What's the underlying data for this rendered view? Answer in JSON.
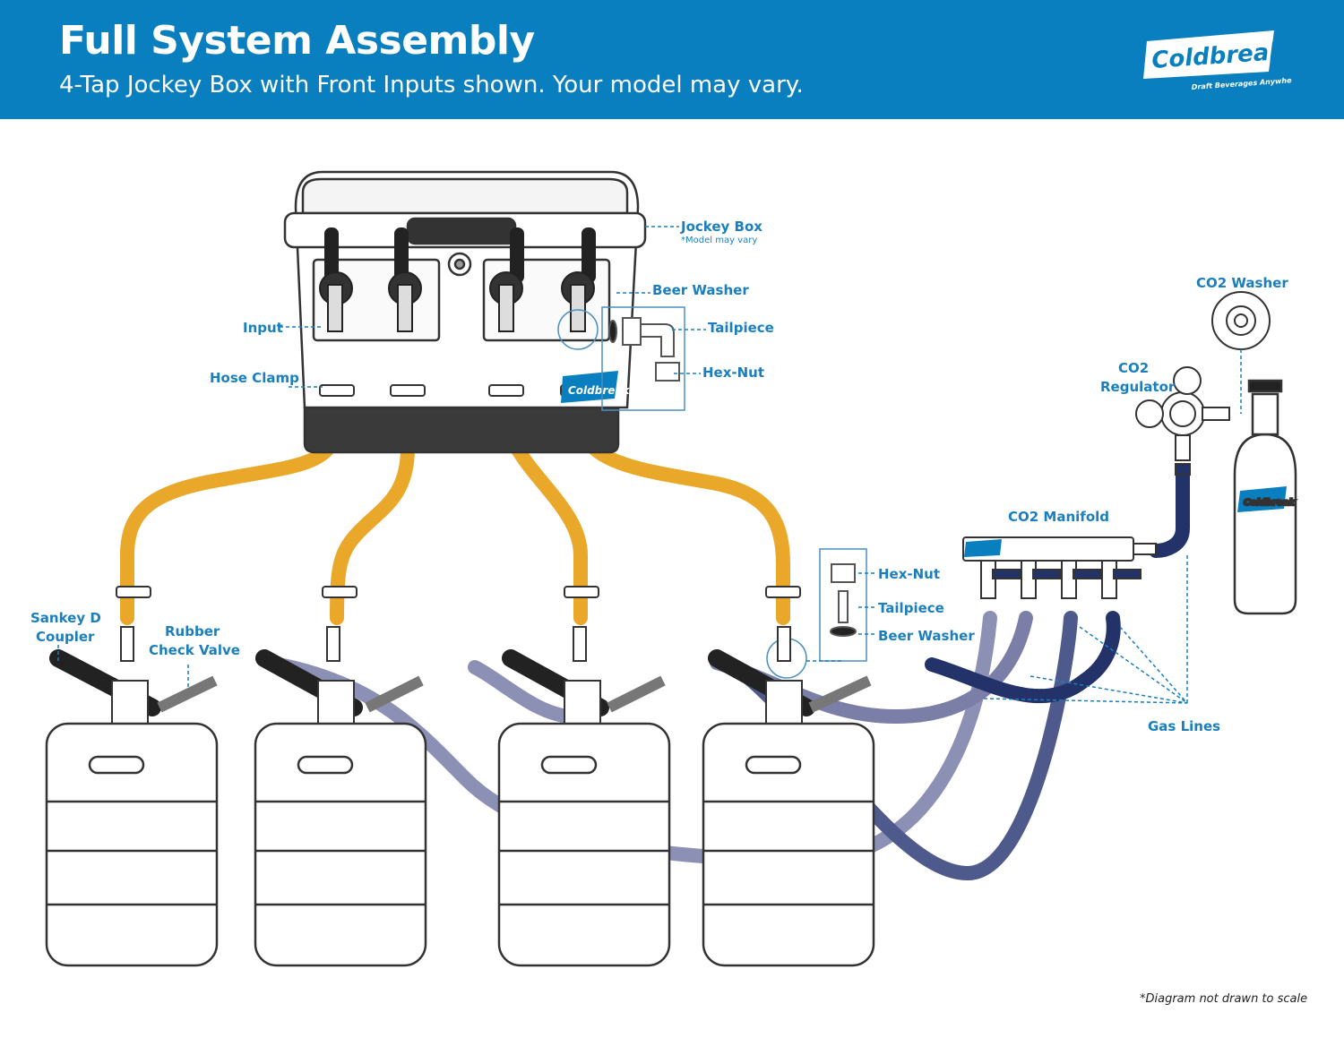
{
  "header": {
    "title": "Full System Assembly",
    "subtitle": "4-Tap Jockey Box with Front Inputs shown. Your model may vary.",
    "brand_color": "#0a7fbf",
    "logo": {
      "word1": "Cold",
      "word2": "break",
      "tagline": "Draft Beverages Anywhere"
    }
  },
  "labels": {
    "jockey_box": "Jockey Box",
    "jockey_box_note": "*Model may vary",
    "beer_washer_top": "Beer Washer",
    "tailpiece_top": "Tailpiece",
    "hex_nut_top": "Hex-Nut",
    "input": "Input",
    "hose_clamp": "Hose Clamp",
    "co2_washer": "CO2 Washer",
    "co2_regulator_1": "CO2",
    "co2_regulator_2": "Regulator",
    "co2_manifold": "CO2 Manifold",
    "hex_nut_bottom": "Hex-Nut",
    "tailpiece_bottom": "Tailpiece",
    "beer_washer_bottom": "Beer Washer",
    "sankey_1": "Sankey D",
    "sankey_2": "Coupler",
    "check_valve_1": "Rubber",
    "check_valve_2": "Check Valve",
    "gas_lines": "Gas Lines"
  },
  "colors": {
    "beer_line": "#e9a82a",
    "gas_line_light": "#7b7fa8",
    "gas_line_dark": "#23336a",
    "label": "#1b7fbd"
  },
  "footnote": "*Diagram not drawn to scale"
}
